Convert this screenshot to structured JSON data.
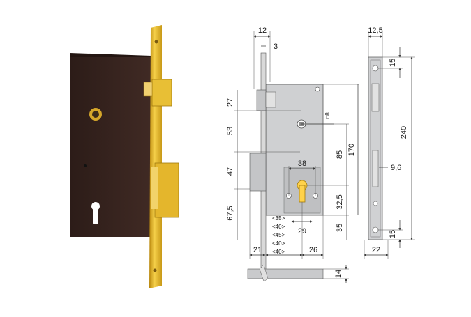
{
  "photo": {
    "case_color": "#3a2620",
    "brass_color": "#e0b020"
  },
  "front_view": {
    "case_color": "#cfd0d2",
    "dim_top_width": "12",
    "dim_top_faceplate": "3",
    "dim_latch": "27",
    "dim_latch_to_spindle": "53",
    "dim_spindle_to_bolt": "47",
    "dim_bolt_to_bottom": "67,5",
    "dim_spindle_square": "□8",
    "dim_spindle_to_cyl": "85",
    "dim_overall_170": "170",
    "dim_cyl_width": "38",
    "dim_cyl_spacing": "32,5",
    "dim_cyl_bottom": "35",
    "dim_cyl_screw": "29",
    "dim_faceplate_21": "21",
    "dim_backset_26": "26",
    "backset_options": [
      "<35>",
      "<40>",
      "<45>",
      "<40>",
      "<40>"
    ]
  },
  "side_view": {
    "dim_width": "12,5",
    "dim_top_screw": "15",
    "dim_height": "240",
    "dim_bolt_offset": "9,6",
    "dim_bottom_screw": "15",
    "dim_base": "22"
  },
  "bottom_view": {
    "dim_thickness": "14"
  }
}
